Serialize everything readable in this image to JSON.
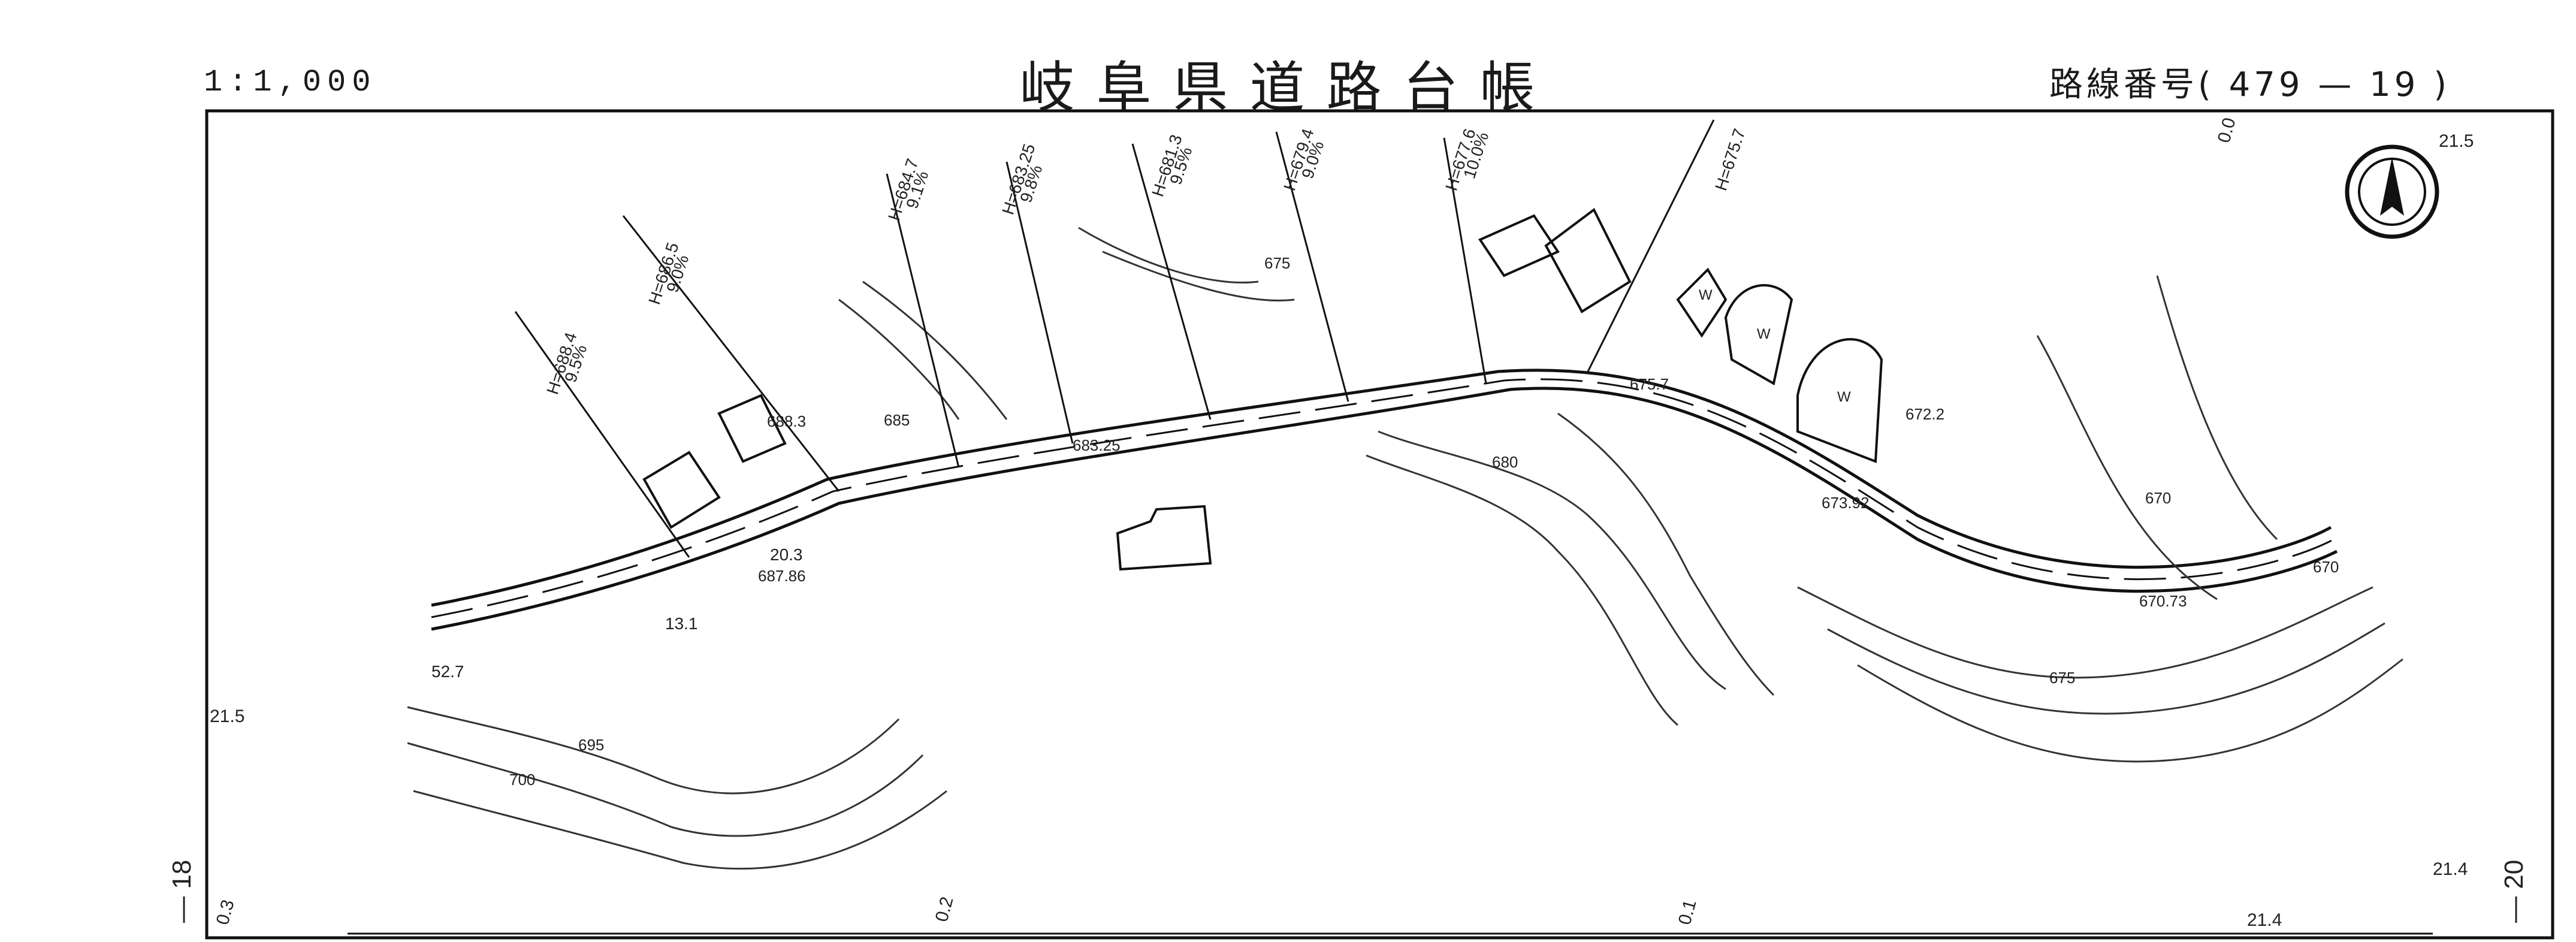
{
  "header": {
    "scale": "1:1,000",
    "title": "岐阜県道路台帳",
    "route_label": "路線番号",
    "route_number": "479 — 19"
  },
  "sheet_refs": {
    "left": "— 18",
    "right": "— 20"
  },
  "station_marks": [
    "0.2",
    "0.1",
    "0.0",
    "0.3"
  ],
  "grid_marks": [
    "21.5",
    "21.4"
  ],
  "section_profiles": [
    {
      "h": "H=688.4",
      "grade": "9.5%"
    },
    {
      "h": "H=686.5",
      "grade": "9.0%"
    },
    {
      "h": "H=684.7",
      "grade": "9.1%"
    },
    {
      "h": "H=683.25",
      "grade": "9.8%"
    },
    {
      "h": "H=681.3",
      "grade": "9.5%"
    },
    {
      "h": "H=679.4",
      "grade": "9.0%"
    },
    {
      "h": "H=677.6",
      "grade": "10.0%"
    },
    {
      "h": "H=675.7",
      "grade": ""
    }
  ],
  "elevations": [
    "688.3",
    "683.25",
    "687.86",
    "675.7",
    "672.2",
    "673.92",
    "670.73"
  ],
  "contour_labels": [
    "685",
    "675",
    "680",
    "695",
    "700",
    "670",
    "675",
    "670"
  ],
  "area_labels": [
    "20.3",
    "13.1",
    "52.7"
  ],
  "symbols": {
    "north": "north-arrow",
    "water": "W"
  }
}
